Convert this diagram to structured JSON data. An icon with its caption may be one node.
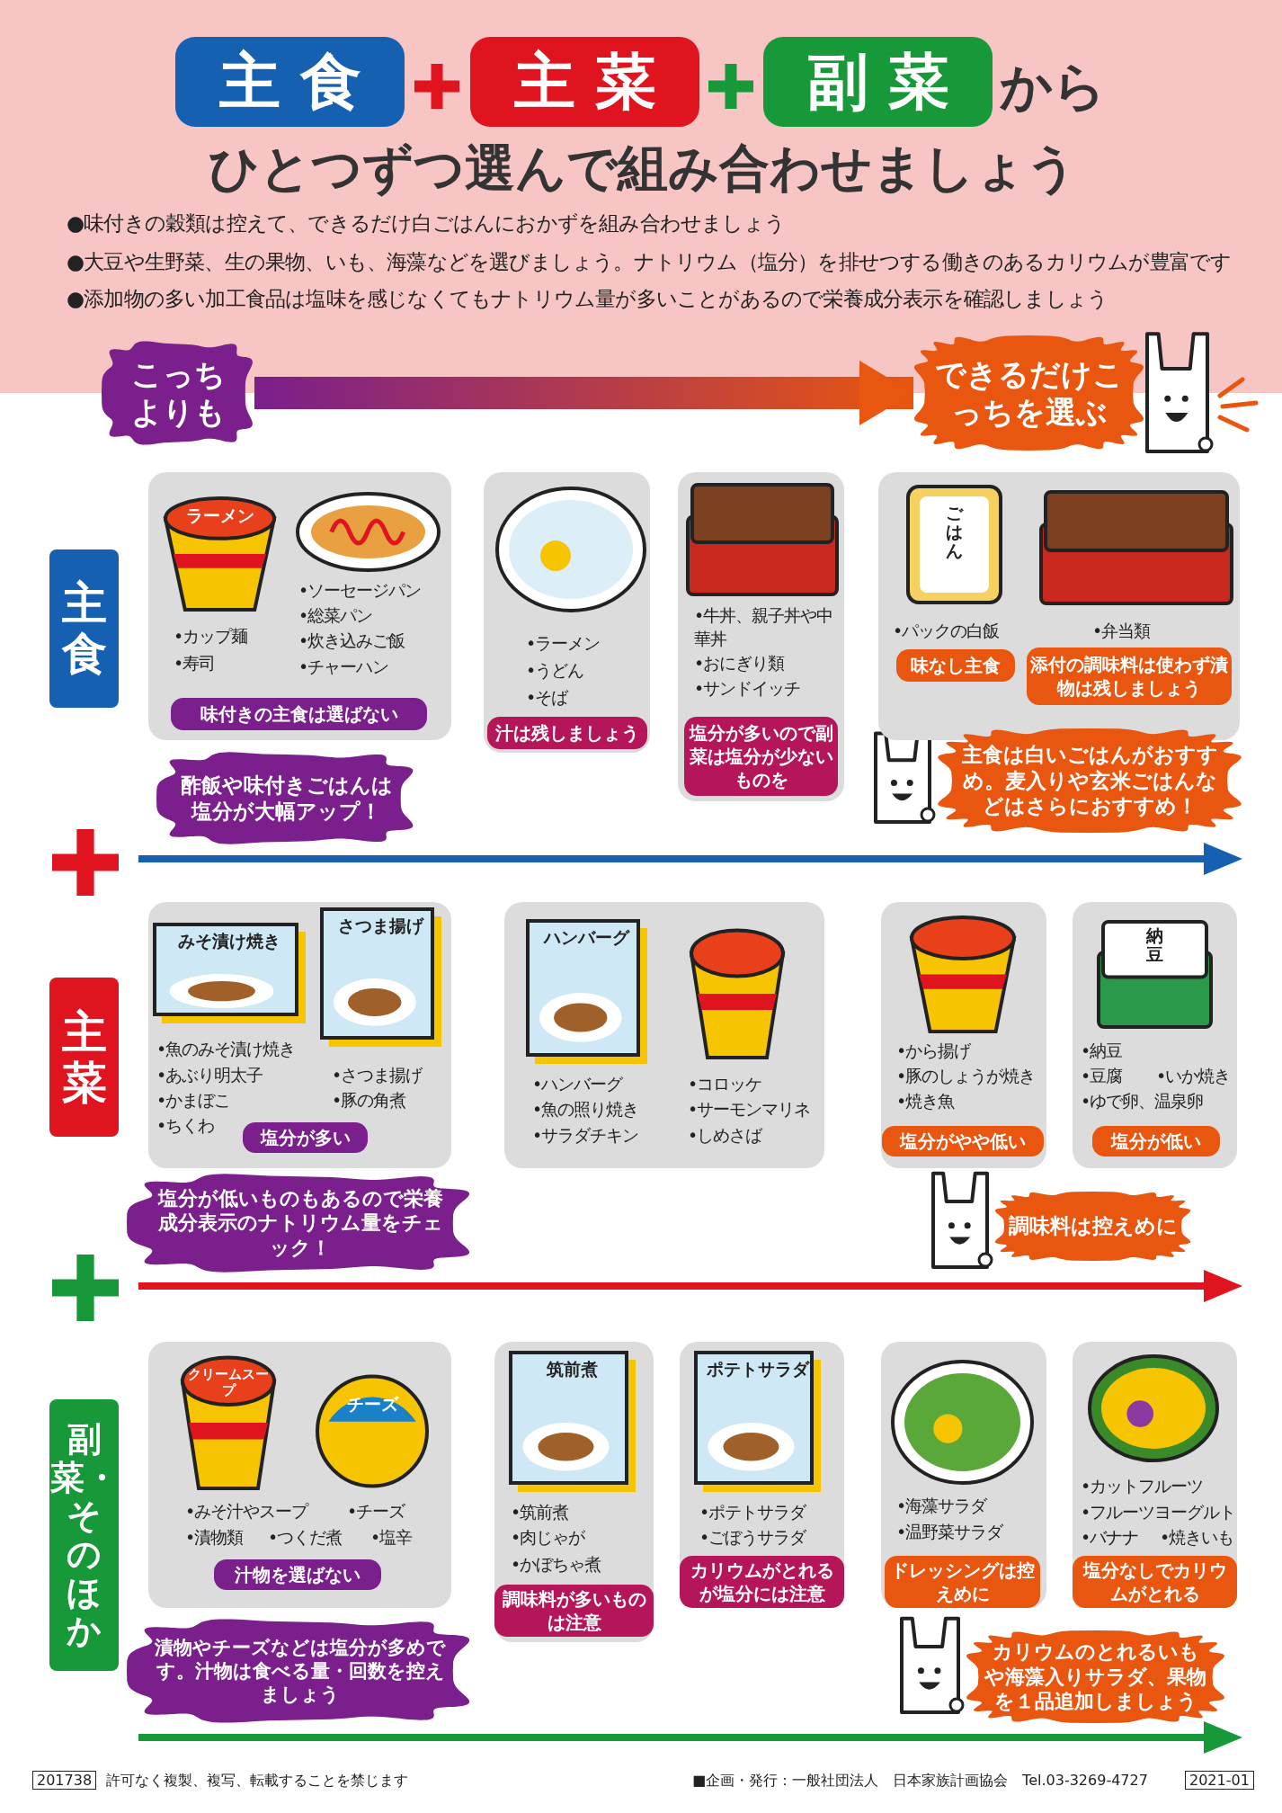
{
  "diagram": {
    "title": "ひとつずつ選んで組み合わせましょう",
    "nodes": [
      {
        "text": [
          "主食"
        ]
      },
      {
        "text": [
          "主菜"
        ]
      },
      {
        "text": [
          "副菜"
        ]
      },
      {
        "text": [
          "こっちよりも"
        ]
      },
      {
        "text": [
          "できるだけこっちを選ぶ"
        ]
      },
      {
        "text": [
          "主食"
        ]
      },
      {
        "text": [
          "•カップ麺",
          "•寿司",
          "•ソーセージパン",
          "•総菜パン",
          "•炊き込みご飯",
          "•チャーハン"
        ]
      },
      {
        "text": [
          "味付きの主食は選ばない"
        ],
        "in": 6
      },
      {
        "text": [
          "•ラーメン",
          "•うどん",
          "•そば"
        ]
      },
      {
        "text": [
          "汁は残しましょう"
        ],
        "in": 8
      },
      {
        "text": [
          "•牛丼、親子丼や中華丼",
          "•おにぎり類",
          "•サンドイッチ"
        ]
      },
      {
        "text": [
          "塩分が多いので副菜は塩分が少ないものを"
        ],
        "in": 10
      },
      {
        "text": [
          "•パックの白飯",
          "•弁当類"
        ]
      },
      {
        "text": [
          "味なし主食"
        ],
        "in": 12
      },
      {
        "text": [
          "添付の調味料は使わず漬物は残しましょう"
        ],
        "in": 12
      },
      {
        "text": [
          "酢飯や味付きごはんは塩分が大幅アップ！"
        ]
      },
      {
        "text": [
          "主食は白いごはんがおすすめ。麦入りや玄米ごはんなどはさらにおすすめ！"
        ]
      },
      {
        "text": [
          "主菜"
        ]
      },
      {
        "text": [
          "•魚のみそ漬け焼き",
          "•あぶり明太子",
          "•かまぼこ",
          "•ちくわ",
          "•さつま揚げ",
          "•豚の角煮"
        ]
      },
      {
        "text": [
          "塩分が多い"
        ],
        "in": 18
      },
      {
        "text": [
          "•ハンバーグ",
          "•魚の照り焼き",
          "•サラダチキン",
          "•コロッケ",
          "•サーモンマリネ",
          "•しめさば"
        ]
      },
      {
        "text": [
          "•から揚げ",
          "•豚のしょうが焼き",
          "•焼き魚"
        ]
      },
      {
        "text": [
          "塩分がやや低い"
        ],
        "in": 21
      },
      {
        "text": [
          "•納豆",
          "•豆腐",
          "•いか焼き",
          "•ゆで卵、温泉卵"
        ]
      },
      {
        "text": [
          "塩分が低い"
        ],
        "in": 23
      },
      {
        "text": [
          "塩分が低いものもあるので栄養成分表示のナトリウム量をチェック！"
        ]
      },
      {
        "text": [
          "調味料は控えめに"
        ]
      },
      {
        "text": [
          "副菜・そのほか"
        ]
      },
      {
        "text": [
          "•みそ汁やスープ",
          "•チーズ",
          "•漬物類",
          "•つくだ煮",
          "•塩辛"
        ]
      },
      {
        "text": [
          "汁物を選ばない"
        ],
        "in": 28
      },
      {
        "text": [
          "•筑前煮",
          "•肉じゃが",
          "•かぼちゃ煮"
        ]
      },
      {
        "text": [
          "調味料が多いものは注意"
        ],
        "in": 30
      },
      {
        "text": [
          "•ポテトサラダ",
          "•ごぼうサラダ"
        ]
      },
      {
        "text": [
          "カリウムがとれるが塩分には注意"
        ],
        "in": 32
      },
      {
        "text": [
          "•海藻サラダ",
          "•温野菜サラダ"
        ]
      },
      {
        "text": [
          "ドレッシングは控えめに"
        ],
        "in": 34
      },
      {
        "text": [
          "•カットフルーツ",
          "•フルーツヨーグルト",
          "•バナナ",
          "•焼きいも"
        ]
      },
      {
        "text": [
          "塩分なしでカリウムがとれる"
        ],
        "in": 36
      },
      {
        "text": [
          "漬物やチーズなどは塩分が多めです。汁物は食べる量・回数を控えましょう"
        ]
      },
      {
        "text": [
          "カリウムのとれるいもや海藻入りサラダ、果物を１品追加しましょう"
        ]
      }
    ],
    "edges": [
      {
        "from": 3,
        "to": 4,
        "arrow": "to"
      }
    ],
    "labels": [
      "から",
      "●味付きの穀類は控えて、できるだけ白ごはんにおかずを組み合わせましょう",
      "●大豆や生野菜、生の果物、いも、海藻などを選びましょう。ナトリウム（塩分）を排せつする働きのあるカリウムが豊富です",
      "●添加物の多い加工食品は塩味を感じなくてもナトリウム量が多いことがあるので栄養成分表示を確認しましょう",
      "ラーメン",
      "ごはん",
      "みそ漬け焼き",
      "さつま揚げ",
      "ハンバーグ",
      "納豆",
      "クリームスープ",
      "チーズ",
      "筑前煮",
      "ポテトサラダ",
      "201738",
      "許可なく複製、複写、転載することを禁じます",
      "■企画・発行：一般社団法人　日本家族計画協会　Tel.03-3269-4727",
      "2021-01"
    ]
  }
}
